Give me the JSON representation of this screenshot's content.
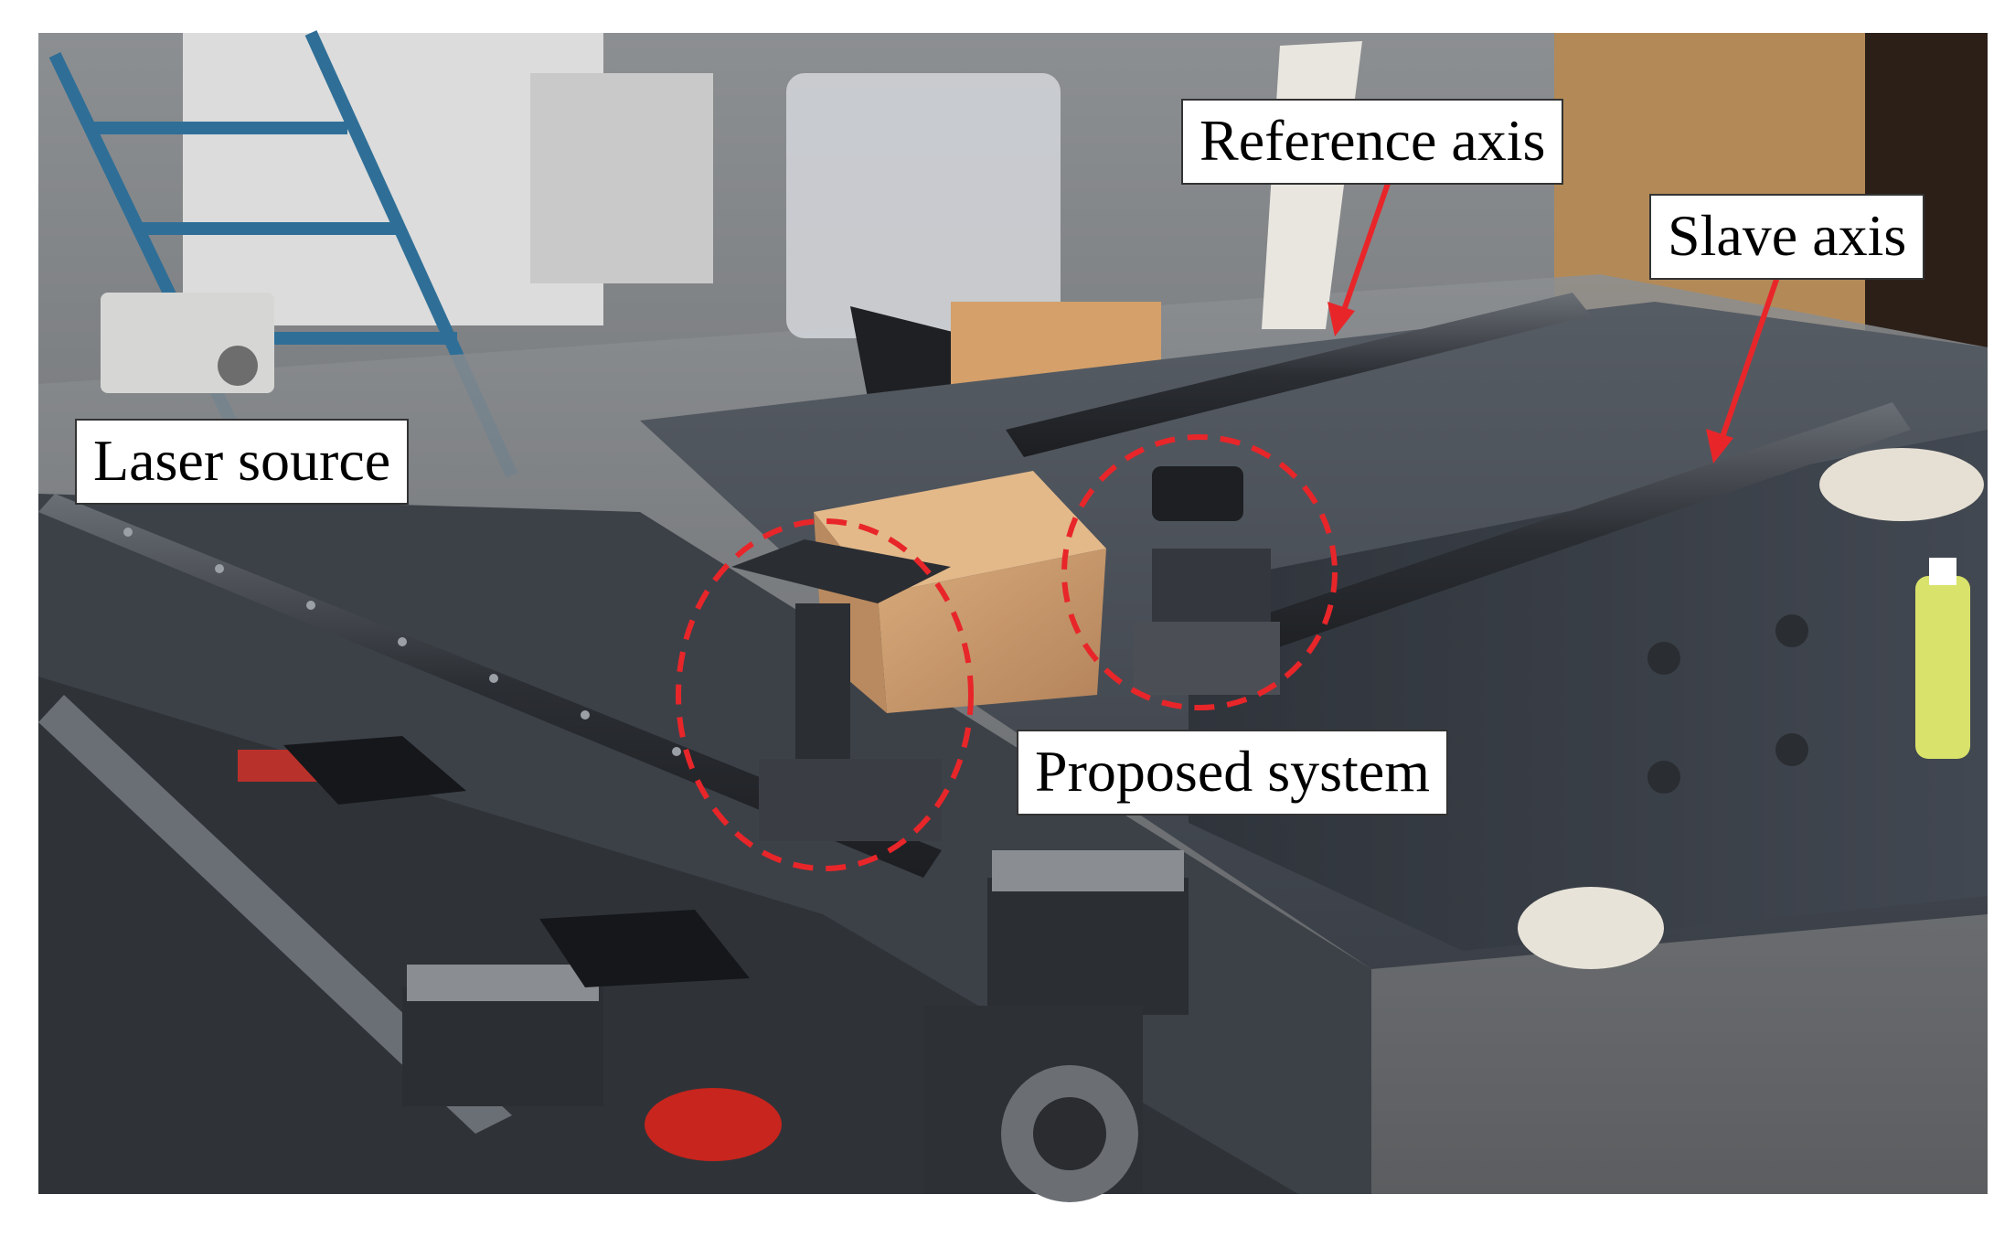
{
  "labels": {
    "reference_axis": "Reference axis",
    "slave_axis": "Slave axis",
    "laser_source": "Laser source",
    "proposed_system": "Proposed system"
  },
  "colors": {
    "annotation": "#e8262a",
    "label_background": "#ffffff",
    "label_text": "#000000",
    "machine_bed": "#3a4048",
    "rail": "#2a2d31",
    "floor": "#55575a",
    "cardboard": "#c89a6c"
  }
}
